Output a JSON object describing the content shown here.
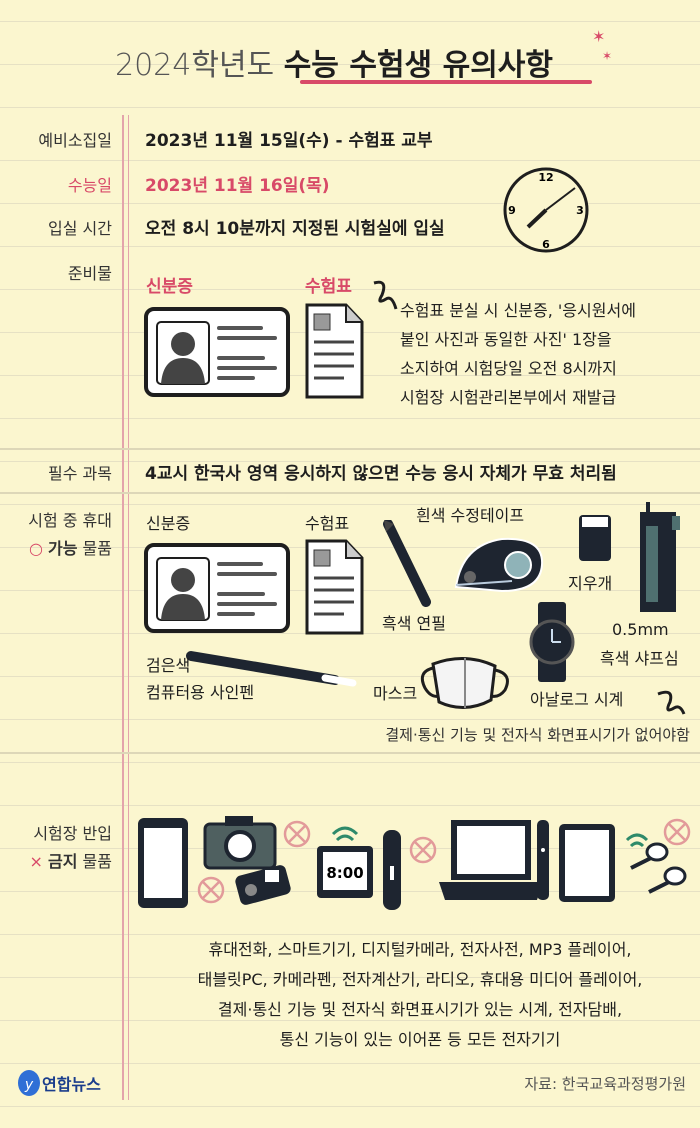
{
  "title": {
    "prefix": "2024학년도",
    "main": "수능 수험생 유의사항"
  },
  "rows": {
    "pre_gathering": {
      "label": "예비소집일",
      "value": "2023년 11월 15일(수) - 수험표 교부"
    },
    "exam_day": {
      "label": "수능일",
      "value": "2023년 11월 16일(목)"
    },
    "entry_time": {
      "label": "입실 시간",
      "value": "오전 8시 10분까지 지정된 시험실에 입실"
    },
    "preparation": {
      "label": "준비물",
      "id_card": "신분증",
      "ticket": "수험표",
      "note": [
        "수험표 분실 시 신분증, '응시원서에",
        "붙인 사진과 동일한 사진' 1장을",
        "소지하여 시험당일 오전 8시까지",
        "시험장 시험관리본부에서 재발급"
      ]
    },
    "required": {
      "label": "필수 과목",
      "value": "4교시 한국사 영역 응시하지 않으면 수능 응시 자체가 무효 처리됨"
    },
    "allowed": {
      "label1": "시험 중 휴대",
      "mark": "○",
      "label2_bold": "가능",
      "label2": "물품",
      "items": {
        "id_card": "신분증",
        "ticket": "수험표",
        "tape": "흰색 수정테이프",
        "pencil": "흑색 연필",
        "eraser": "지우개",
        "lead_1": "0.5mm",
        "lead_2": "흑색 샤프심",
        "pen_1": "검은색",
        "pen_2": "컴퓨터용 사인펜",
        "mask": "마스크",
        "watch": "아날로그 시계"
      },
      "note": "결제·통신 기능 및 전자식 화면표시기가 없어야함"
    },
    "banned": {
      "label1": "시험장 반입",
      "mark": "×",
      "label2_bold": "금지",
      "label2": "물품",
      "clock_display": "8:00",
      "lines": [
        "휴대전화, 스마트기기, 디지털카메라, 전자사전, MP3 플레이어,",
        "태블릿PC, 카메라펜, 전자계산기, 라디오, 휴대용 미디어 플레이어,",
        "결제·통신 기능 및 전자식 화면표시기가 있는 시계, 전자담배,",
        "통신 기능이 있는 이어폰 등 모든 전자기기"
      ]
    }
  },
  "footer": {
    "logo": "연합뉴스",
    "source": "자료: 한국교육과정평가원"
  },
  "colors": {
    "background": "#fbf6cf",
    "accent": "#d84a68",
    "ink": "#1e1e1e"
  }
}
